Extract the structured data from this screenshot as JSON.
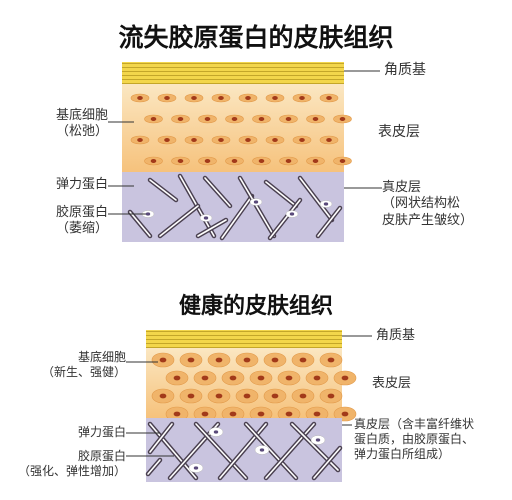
{
  "top_section": {
    "title": "流失胶原蛋白的皮肤组织",
    "labels": {
      "stratum_corneum": "角质基",
      "basal_cells": "基底细胞",
      "basal_cells_note": "（松弛）",
      "epidermis": "表皮层",
      "elastin": "弹力蛋白",
      "collagen": "胶原蛋白",
      "collagen_note": "（萎缩）",
      "dermis": "真皮层",
      "dermis_note_1": "（网状结构松",
      "dermis_note_2": "皮肤产生皱纹）"
    }
  },
  "bottom_section": {
    "title": "健康的皮肤组织",
    "labels": {
      "stratum_corneum": "角质基",
      "basal_cells": "基底细胞",
      "basal_cells_note": "（新生、强健）",
      "epidermis": "表皮层",
      "elastin": "弹力蛋白",
      "collagen": "胶原蛋白",
      "collagen_note": "（强化、弹性增加）",
      "dermis_1": "真皮层（含丰富纤维状",
      "dermis_2": "蛋白质，由胶原蛋白、",
      "dermis_3": "弹力蛋白所组成）"
    }
  },
  "colors": {
    "corneum": "#f3d64b",
    "epidermis_top": "#fbe7c2",
    "epidermis_bottom": "#f6c27c",
    "cell": "#f0b46a",
    "nucleus": "#a23a1a",
    "dermis": "#c9c4df",
    "fiber_dark": "#4a4050",
    "fiber_light": "#ffffff",
    "leader": "#333333"
  }
}
